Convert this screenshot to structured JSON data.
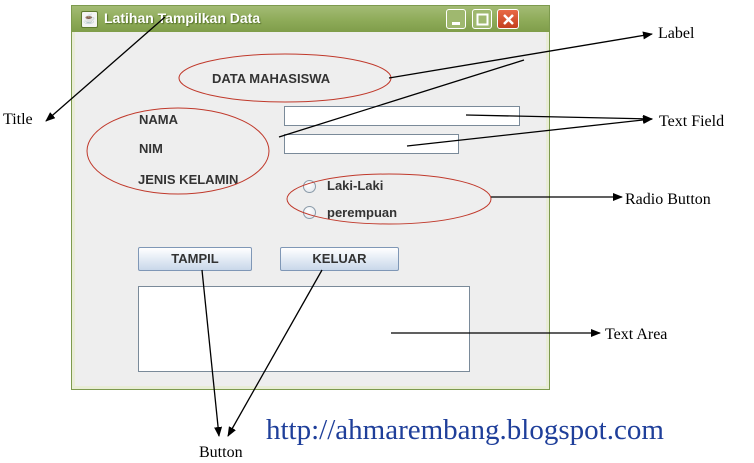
{
  "window": {
    "title": "Latihan Tampilkan Data",
    "icon": "java-cup-icon",
    "controls": [
      "minimize-icon",
      "maximize-icon",
      "close-icon"
    ]
  },
  "form": {
    "heading": "DATA MAHASISWA",
    "nama_label": "NAMA",
    "nim_label": "NIM",
    "jenis_kelamin_label": "JENIS KELAMIN",
    "nama_value": "",
    "nim_value": "",
    "radio_options": [
      "Laki-Laki",
      "perempuan"
    ],
    "tampil_button": "TAMPIL",
    "keluar_button": "KELUAR",
    "textarea_value": ""
  },
  "annotations": {
    "title": "Title",
    "label": "Label",
    "text_field": "Text Field",
    "radio_button": "Radio Button",
    "text_area": "Text Area",
    "button": "Button"
  },
  "footer": {
    "url": "http://ahmarembang.blogspot.com"
  },
  "colors": {
    "ellipse": "#c0392b",
    "url": "#1f3f9a",
    "titlebar": "#8eab59"
  }
}
